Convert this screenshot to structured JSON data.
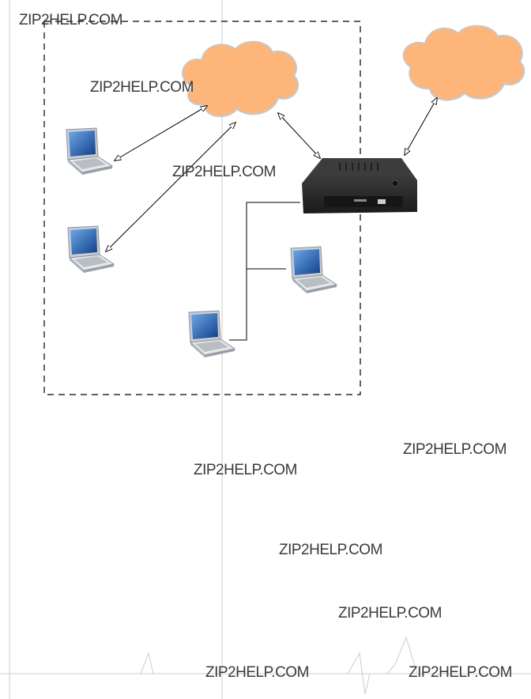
{
  "watermarks": [
    "ZIP2HELP.COM",
    "ZIP2HELP.COM",
    "ZIP2HELP.COM",
    "ZIP2HELP.COM",
    "ZIP2HELP.COM",
    "ZIP2HELP.COM",
    "ZIP2HELP.COM",
    "ZIP2HELP.COM",
    "ZIP2HELP.COM"
  ],
  "colors": {
    "cloud_fill": "#FDB57A",
    "cloud_stroke": "#CFCFCF",
    "router_body": "#2b2b2b",
    "laptop_screen": "#1f5fb0",
    "laptop_body": "#d9dde2",
    "line": "#000000",
    "guide_line": "#cccccc"
  },
  "icons": [
    "cloud-icon",
    "router-icon",
    "laptop-icon"
  ]
}
